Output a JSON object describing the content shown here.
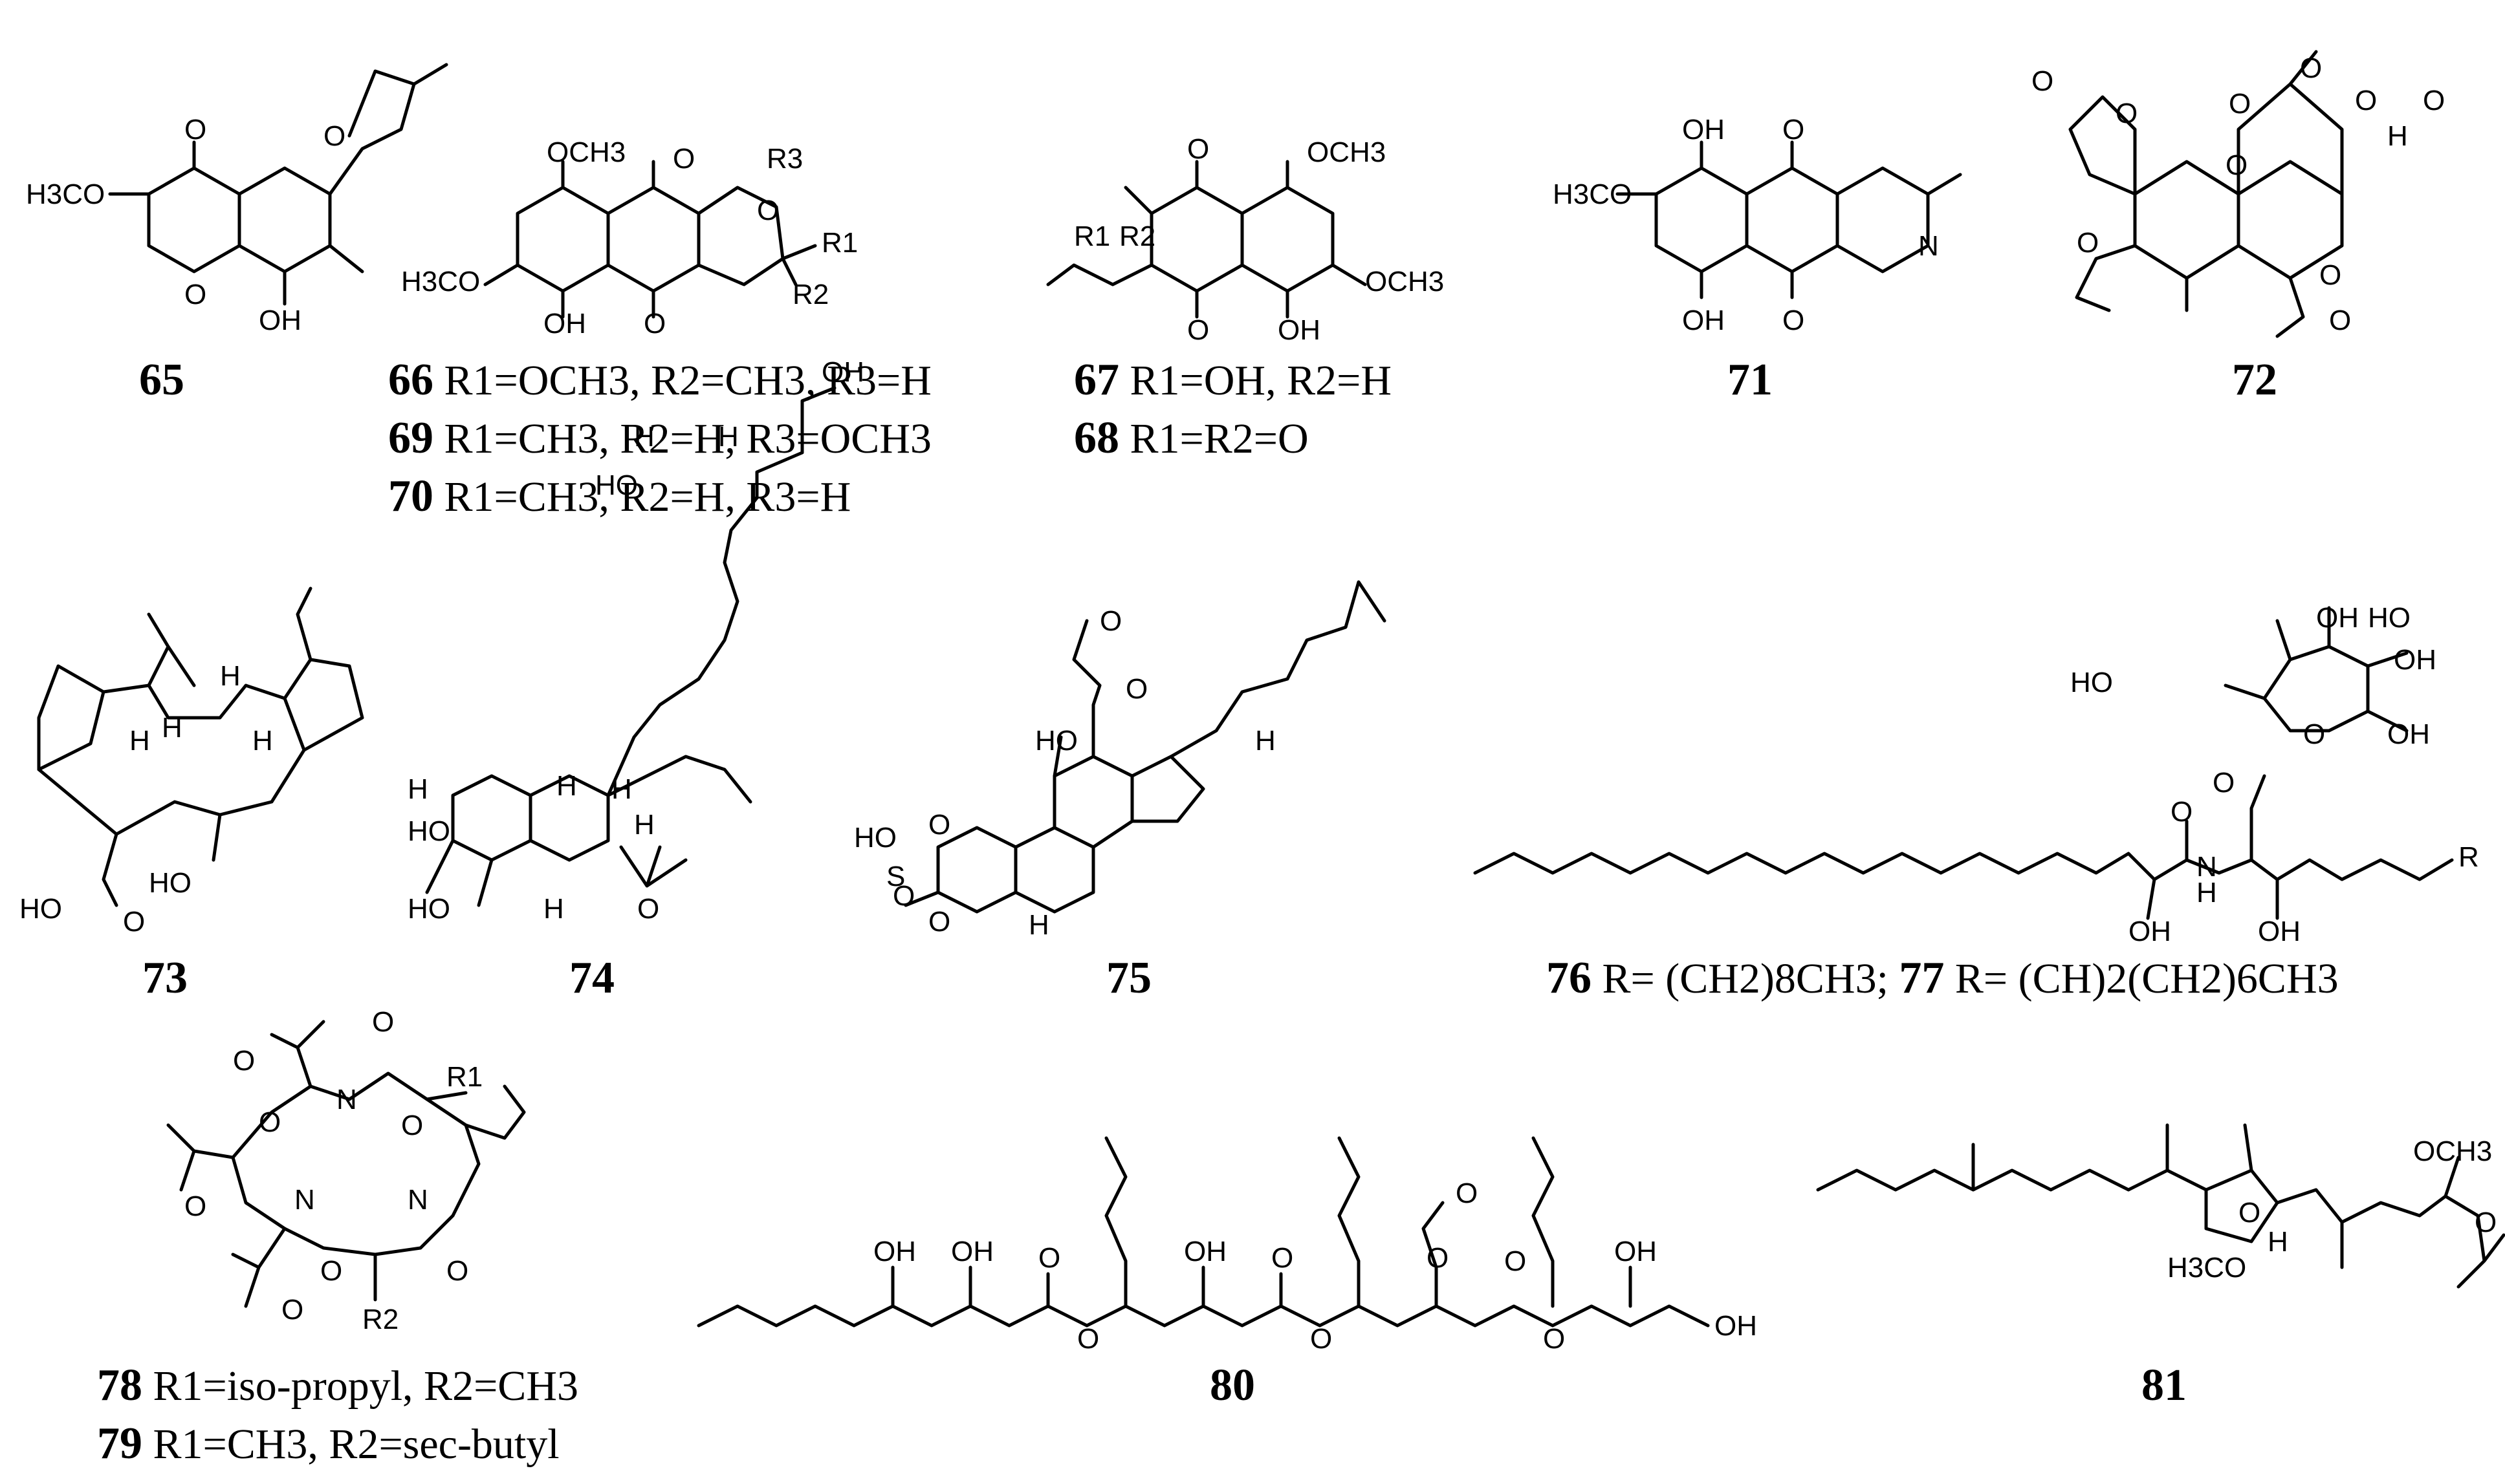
{
  "figure": {
    "compounds": [
      {
        "id": "65",
        "label": "65",
        "atoms": [
          "H3CO",
          "O",
          "O",
          "O",
          "OH"
        ]
      },
      {
        "id": "66",
        "label": "66",
        "lines": [
          {
            "num": "66",
            "text": " R1=OCH3, R2=CH3, R3=H"
          },
          {
            "num": "69",
            "text": " R1=CH3, R2=H, R3=OCH3"
          },
          {
            "num": "70",
            "text": " R1=CH3, R2=H, R3=H"
          }
        ],
        "atoms": [
          "OCH3",
          "O",
          "R3",
          "O",
          "R1",
          "R2",
          "H3CO",
          "OH",
          "O"
        ]
      },
      {
        "id": "67",
        "lines": [
          {
            "num": "67",
            "text": " R1=OH, R2=H"
          },
          {
            "num": "68",
            "text": " R1=R2=O"
          }
        ],
        "atoms": [
          "O",
          "OCH3",
          "R1",
          "R2",
          "OCH3",
          "O",
          "OH"
        ]
      },
      {
        "id": "71",
        "label": "71",
        "atoms": [
          "OH",
          "O",
          "H3CO",
          "N",
          "OH",
          "O"
        ]
      },
      {
        "id": "72",
        "label": "72",
        "atoms": [
          "O",
          "O",
          "O",
          "O",
          "O",
          "O",
          "O",
          "H",
          "O",
          "O",
          "O"
        ]
      },
      {
        "id": "73",
        "label": "73",
        "atoms": [
          "H",
          "H",
          "H",
          "H",
          "HO",
          "HO",
          "O"
        ]
      },
      {
        "id": "74",
        "label": "74",
        "atoms": [
          "OH",
          "H",
          "HO",
          "H",
          "H",
          "H",
          "HO",
          "H",
          "H",
          "HO",
          "H",
          "O"
        ]
      },
      {
        "id": "75",
        "label": "75",
        "atoms": [
          "O",
          "O",
          "HO",
          "H",
          "HO",
          "O",
          "S",
          "O",
          "O",
          "H"
        ]
      },
      {
        "id": "76",
        "caption": "76 R= (CH2)8CH3; 77 R= (CH)2(CH2)6CH3",
        "caption_parts": {
          "num1": "76",
          "text1": " R= (CH2)8CH3; ",
          "num2": "77",
          "text2": " R= (CH)2(CH2)6CH3"
        },
        "atoms": [
          "HO",
          "OH",
          "OH",
          "HO",
          "O",
          "OH",
          "O",
          "O",
          "N",
          "H",
          "OH",
          "OH",
          "R"
        ]
      },
      {
        "id": "78",
        "lines": [
          {
            "num": "78",
            "text": " R1=iso-propyl, R2=CH3"
          },
          {
            "num": "79",
            "text": " R1=CH3, R2=sec-butyl"
          }
        ],
        "atoms": [
          "O",
          "N",
          "O",
          "R1",
          "O",
          "O",
          "O",
          "N",
          "N",
          "O",
          "O",
          "O",
          "R2"
        ]
      },
      {
        "id": "80",
        "label": "80",
        "atoms": [
          "OH",
          "OH",
          "O",
          "O",
          "OH",
          "O",
          "O",
          "O",
          "O",
          "O",
          "OH",
          "O",
          "OH"
        ]
      },
      {
        "id": "81",
        "label": "81",
        "atoms": [
          "O",
          "H",
          "H3CO",
          "OCH3",
          "O"
        ]
      }
    ]
  }
}
